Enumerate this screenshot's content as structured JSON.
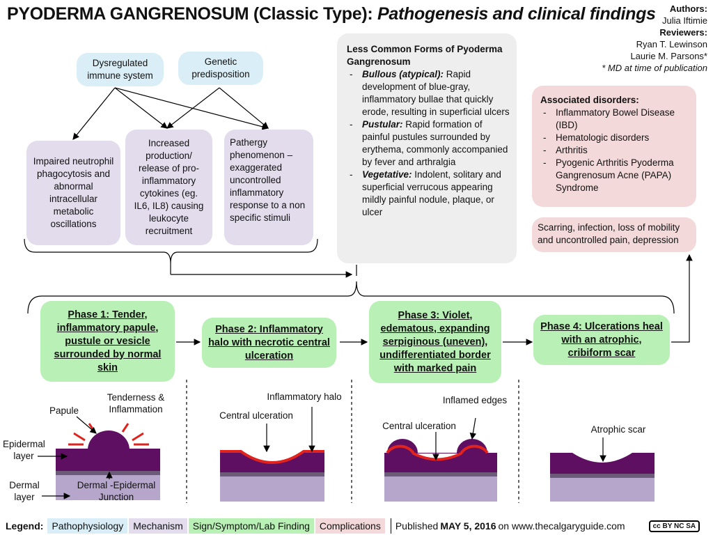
{
  "title": {
    "main": "PYODERMA GANGRENOSUM (Classic Type):",
    "sub": "Pathogenesis and clinical findings"
  },
  "credits": {
    "authors_label": "Authors:",
    "author": "Julia Iftimie",
    "reviewers_label": "Reviewers:",
    "reviewer1": "Ryan T. Lewinson",
    "reviewer2": "Laurie M. Parsons*",
    "note": "* MD at time of publication"
  },
  "causes": {
    "immune": "Dysregulated immune system",
    "genetic": "Genetic predisposition"
  },
  "mechanisms": {
    "neutrophil": "Impaired neutrophil phagocytosis and abnormal intracellular metabolic oscillations",
    "cytokines": "Increased production/ release of pro-inflammatory cytokines (eg. IL6, IL8) causing leukocyte recruitment",
    "pathergy": "Pathergy phenomenon – exaggerated uncontrolled inflammatory response to a non specific stimuli"
  },
  "less_common": {
    "heading": "Less Common Forms of Pyoderma Gangrenosum",
    "items": [
      {
        "term": "Bullous (atypical):",
        "text": " Rapid development of blue-gray, inflammatory bullae that quickly erode, resulting in superficial ulcers"
      },
      {
        "term": "Pustular:",
        "text": " Rapid formation of painful pustules surrounded by erythema, commonly accompanied by fever and arthralgia"
      },
      {
        "term": "Vegetative:",
        "text": " Indolent, solitary and superficial verrucous appearing mildly painful nodule, plaque, or ulcer"
      }
    ]
  },
  "associated": {
    "heading": "Associated disorders:",
    "items": [
      "Inflammatory Bowel Disease (IBD)",
      "Hematologic disorders",
      "Arthritis",
      "Pyogenic Arthritis Pyoderma Gangrenosum Acne (PAPA) Syndrome"
    ]
  },
  "complications": "Scarring, infection, loss of mobility and uncontrolled pain, depression",
  "phases": {
    "p1": "Phase 1: Tender, inflammatory papule, pustule or vesicle surrounded by normal skin",
    "p2": "Phase 2: Inflammatory halo with necrotic central ulceration",
    "p3": "Phase 3: Violet, edematous, expanding serpiginous (uneven), undifferentiated border with marked pain",
    "p4": "Phase 4: Ulcerations heal with an atrophic, cribiform scar"
  },
  "labels": {
    "tenderness": "Tenderness & Inflammation",
    "papule": "Papule",
    "epidermal": "Epidermal layer",
    "dermal": "Dermal layer",
    "junction": "Dermal -Epidermal Junction",
    "inflam_halo": "Inflammatory halo",
    "central_ulc2": "Central ulceration",
    "inflamed_edges": "Inflamed edges",
    "central_ulc3": "Central ulceration",
    "atrophic_scar": "Atrophic scar"
  },
  "legend": {
    "label": "Legend:",
    "pathophysiology": "Pathophysiology",
    "mechanism": "Mechanism",
    "sign": "Sign/Symptom/Lab Finding",
    "complications": "Complications",
    "published_prefix": "Published ",
    "published_date": "MAY 5, 2016",
    "published_suffix": " on www.thecalgaryguide.com",
    "license": "cc BY NC SA"
  },
  "colors": {
    "pathophysiology": "#d9eef6",
    "mechanism": "#e2dcec",
    "sign": "#b9f0b5",
    "complications": "#f3d9d9",
    "epidermis": "#5e0f61",
    "dermis": "#b7a6cc",
    "inflammation": "#e0231e"
  }
}
